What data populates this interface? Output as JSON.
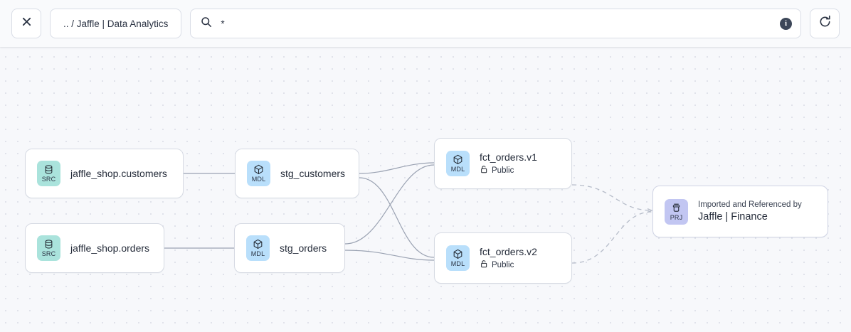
{
  "toolbar": {
    "close_icon": "close-icon",
    "breadcrumb": ".. / Jaffle | Data Analytics",
    "search_icon": "search-icon",
    "search_value": "*",
    "search_placeholder": "",
    "info_icon": "info-icon",
    "info_glyph": "i",
    "refresh_icon": "refresh-icon"
  },
  "graph": {
    "nodes": [
      {
        "id": "jaffle_shop_customers",
        "badge": "SRC",
        "badge_icon": "database-icon",
        "badge_color": "#aae3dc",
        "label": "jaffle_shop.customers"
      },
      {
        "id": "jaffle_shop_orders",
        "badge": "SRC",
        "badge_icon": "database-icon",
        "badge_color": "#aae3dc",
        "label": "jaffle_shop.orders"
      },
      {
        "id": "stg_customers",
        "badge": "MDL",
        "badge_icon": "cube-icon",
        "badge_color": "#b9dffb",
        "label": "stg_customers"
      },
      {
        "id": "stg_orders",
        "badge": "MDL",
        "badge_icon": "cube-icon",
        "badge_color": "#b9dffb",
        "label": "stg_orders"
      },
      {
        "id": "fct_orders_v1",
        "badge": "MDL",
        "badge_icon": "cube-icon",
        "badge_color": "#b9dffb",
        "label": "fct_orders.v1",
        "access_icon": "unlock-icon",
        "access": "Public"
      },
      {
        "id": "fct_orders_v2",
        "badge": "MDL",
        "badge_icon": "cube-icon",
        "badge_color": "#b9dffb",
        "label": "fct_orders.v2",
        "access_icon": "unlock-icon",
        "access": "Public"
      },
      {
        "id": "jaffle_finance",
        "badge": "PRJ",
        "badge_icon": "archive-box-icon",
        "badge_color": "#c2c6f2",
        "kicker": "Imported and Referenced by",
        "label": "Jaffle | Finance"
      }
    ],
    "edge_color": "#9aa2b2",
    "edge_color_dashed": "#b6bcc9"
  }
}
